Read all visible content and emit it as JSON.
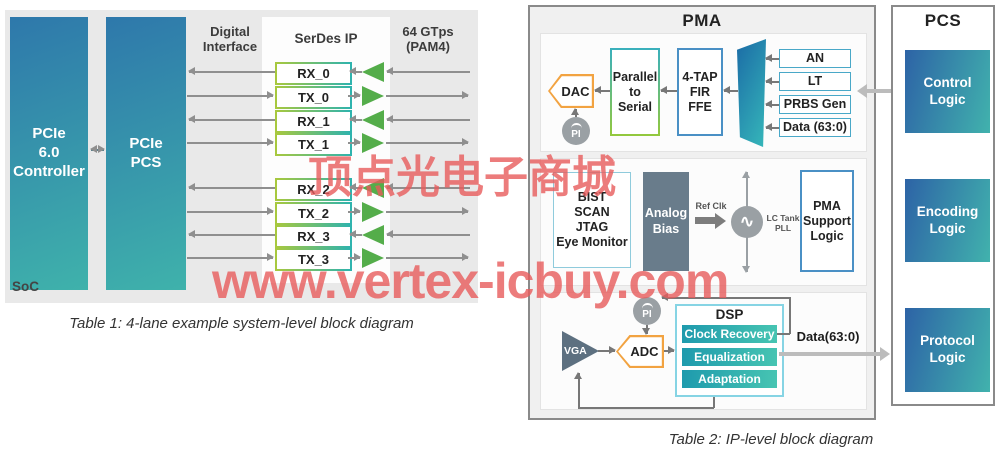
{
  "watermarks": {
    "cjk": "顶点光电子商城",
    "url": "www.vertex-icbuy.com",
    "color": "#e85c5c"
  },
  "colors": {
    "brand_gradient_start": "#2e78ab",
    "brand_gradient_end": "#3fb2ab",
    "buffer_green": "#54ad4a",
    "tag_orange": "#f2a341",
    "panel_gray": "#f0f0f0",
    "arrow_gray": "#8f8f8f"
  },
  "table1": {
    "caption": "Table 1: 4-lane example system-level block diagram",
    "soc_label": "SoC",
    "controller_label": "PCIe\n6.0\nController",
    "pcs_label": "PCIe\nPCS",
    "digital_interface": "Digital\nInterface",
    "serdes_title": "SerDes IP",
    "rate_label": "64 GTps\n(PAM4)",
    "lanes": [
      "RX_0",
      "TX_0",
      "RX_1",
      "TX_1",
      "RX_2",
      "TX_2",
      "RX_3",
      "TX_3"
    ]
  },
  "table2": {
    "caption": "Table 2: IP-level block diagram",
    "pma": {
      "title": "PMA",
      "dac": "DAC",
      "adc": "ADC",
      "pi": "PI",
      "p2s": "Parallel\nto\nSerial",
      "fir": "4-TAP\nFIR\nFFE",
      "inputs": [
        "AN",
        "LT",
        "PRBS Gen",
        "Data (63:0)"
      ],
      "bist": "BIST\nSCAN\nJTAG\nEye Monitor",
      "analog_bias": "Analog\nBias",
      "ref_clk": "Ref Clk",
      "pll_label": "LC Tank\nPLL",
      "support": "PMA\nSupport\nLogic",
      "vga": "VGA",
      "dsp_title": "DSP",
      "dsp_blocks": [
        "Clock Recovery",
        "Equalization",
        "Adaptation"
      ],
      "data_out": "Data(63:0)"
    },
    "pcs": {
      "title": "PCS",
      "blocks": [
        "Control\nLogic",
        "Encoding\nLogic",
        "Protocol\nLogic"
      ]
    }
  }
}
